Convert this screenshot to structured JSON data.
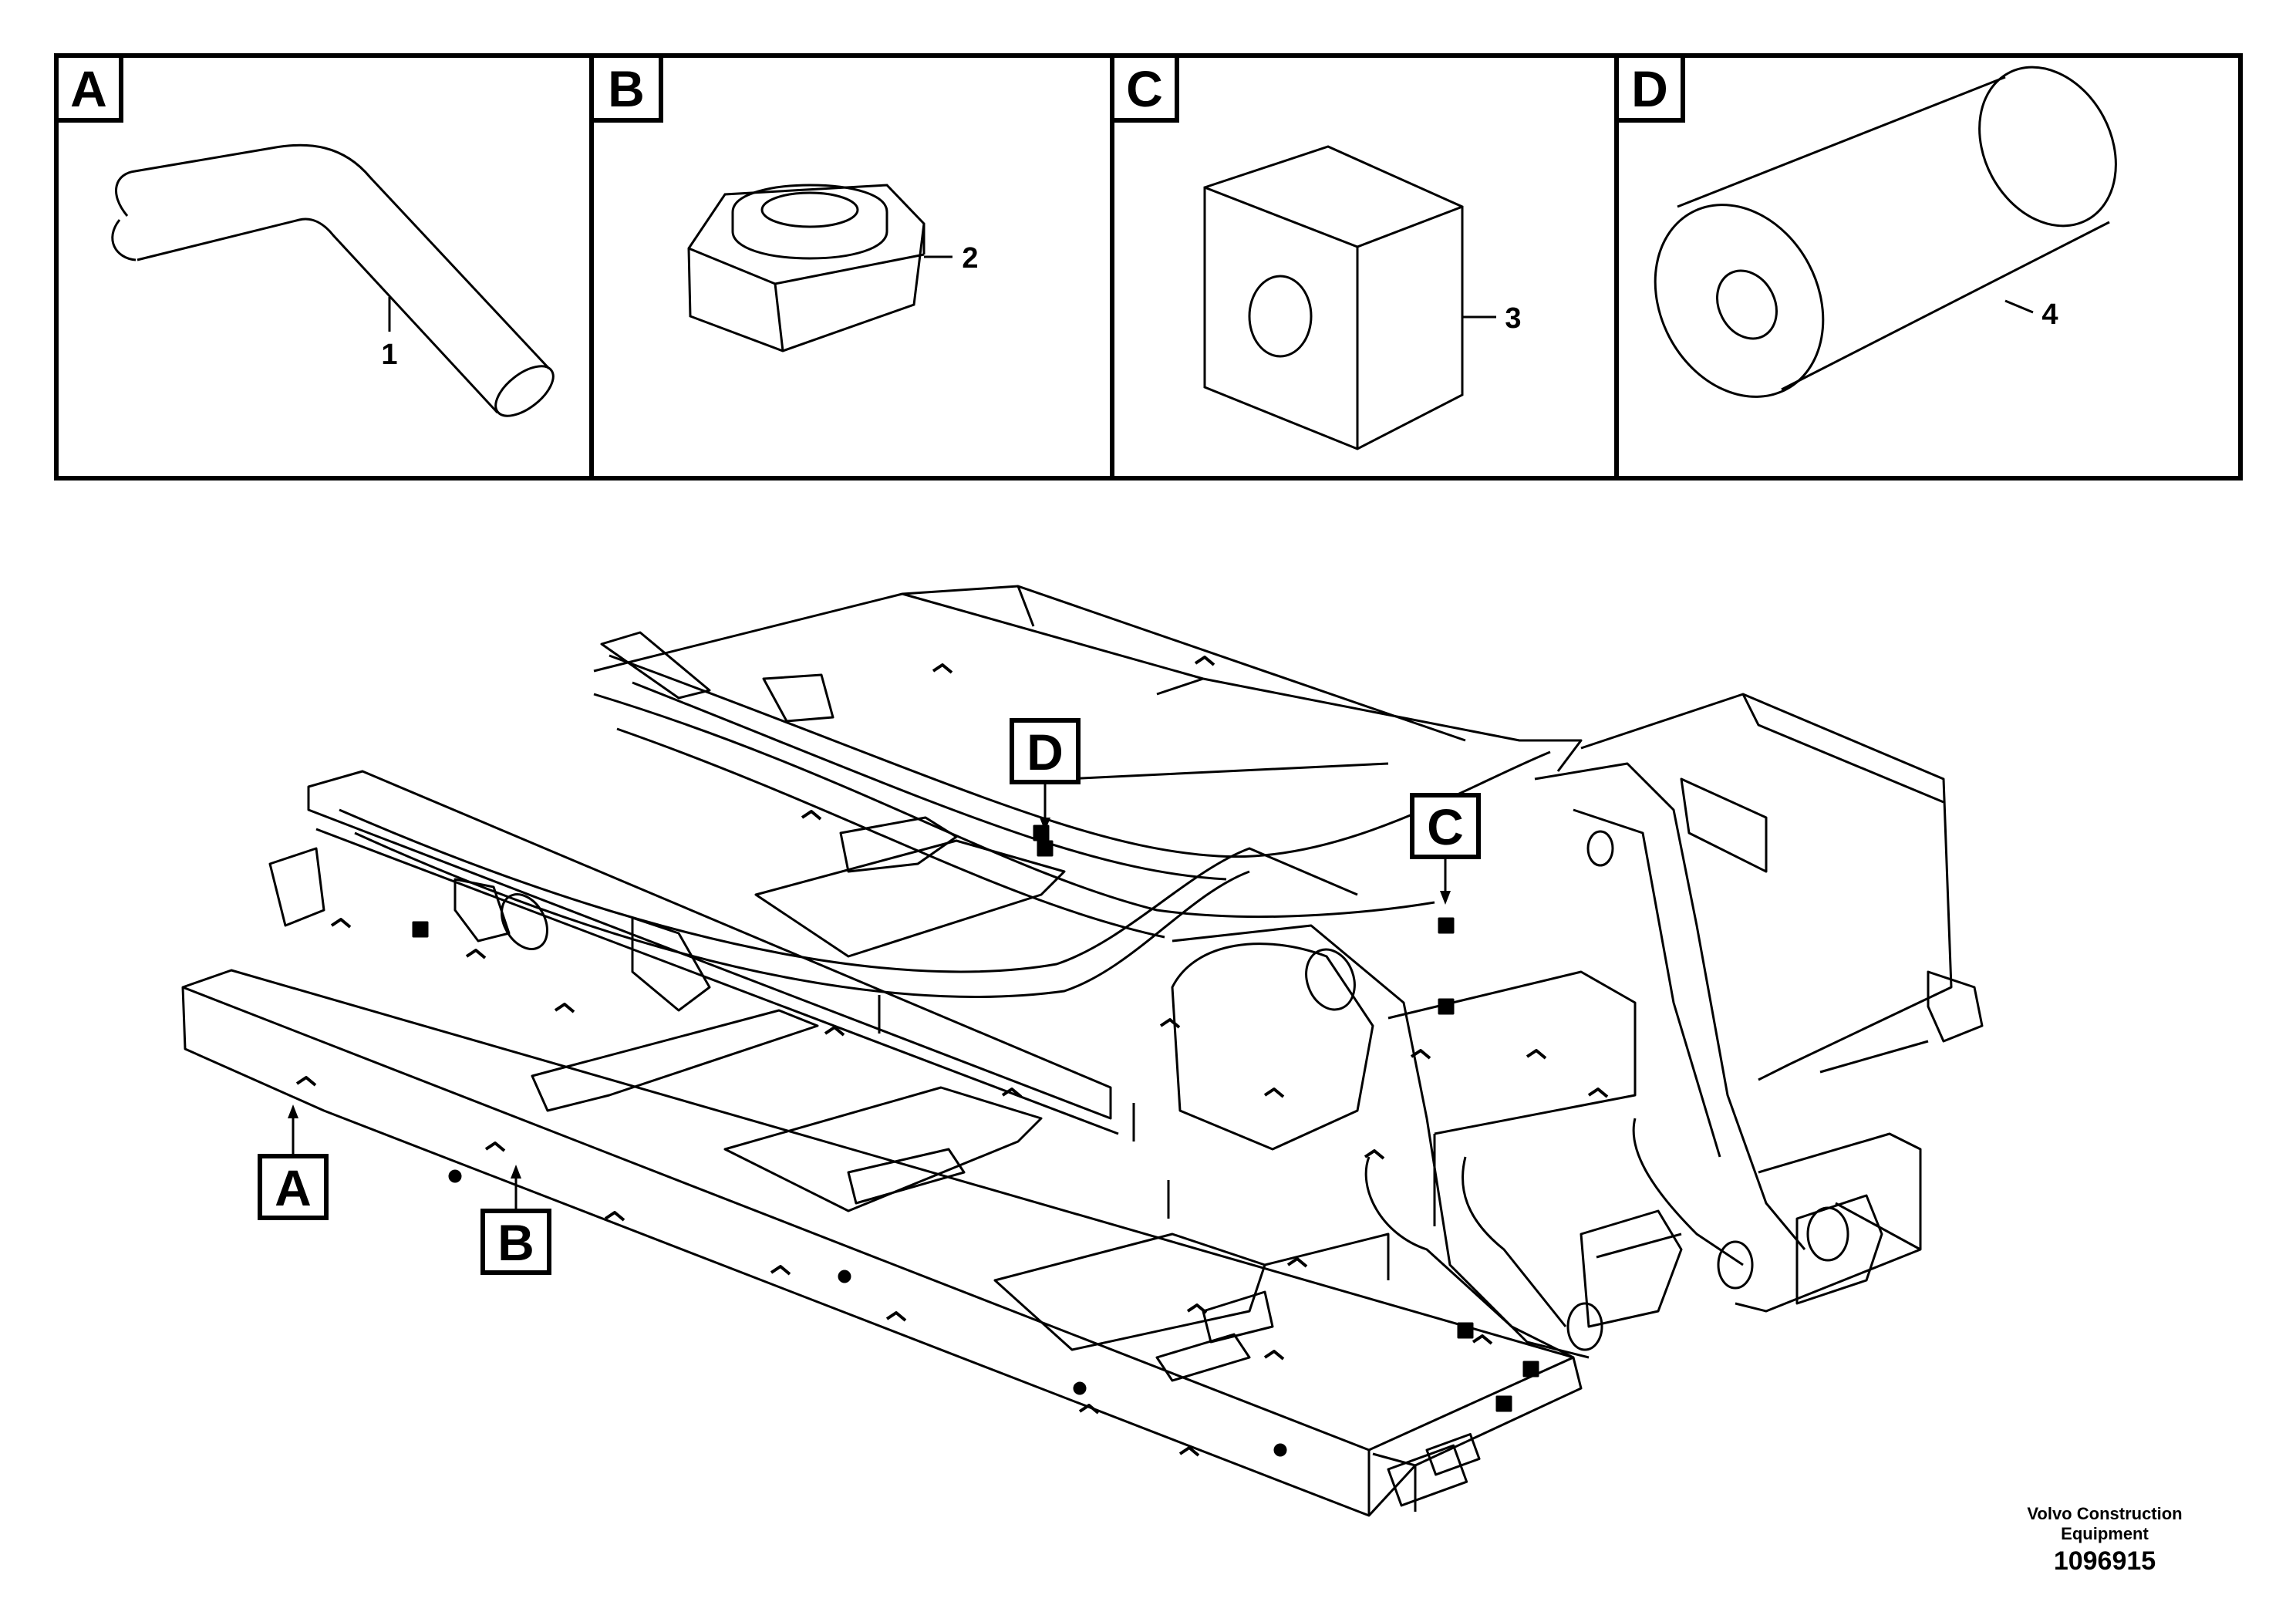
{
  "panels": [
    {
      "letter": "A",
      "part_number": "1"
    },
    {
      "letter": "B",
      "part_number": "2"
    },
    {
      "letter": "C",
      "part_number": "3"
    },
    {
      "letter": "D",
      "part_number": "4"
    }
  ],
  "callouts": [
    {
      "letter": "A"
    },
    {
      "letter": "B"
    },
    {
      "letter": "C"
    },
    {
      "letter": "D"
    }
  ],
  "footer": {
    "brand_line1": "Volvo Construction",
    "brand_line2": "Equipment",
    "document_id": "1096915"
  }
}
